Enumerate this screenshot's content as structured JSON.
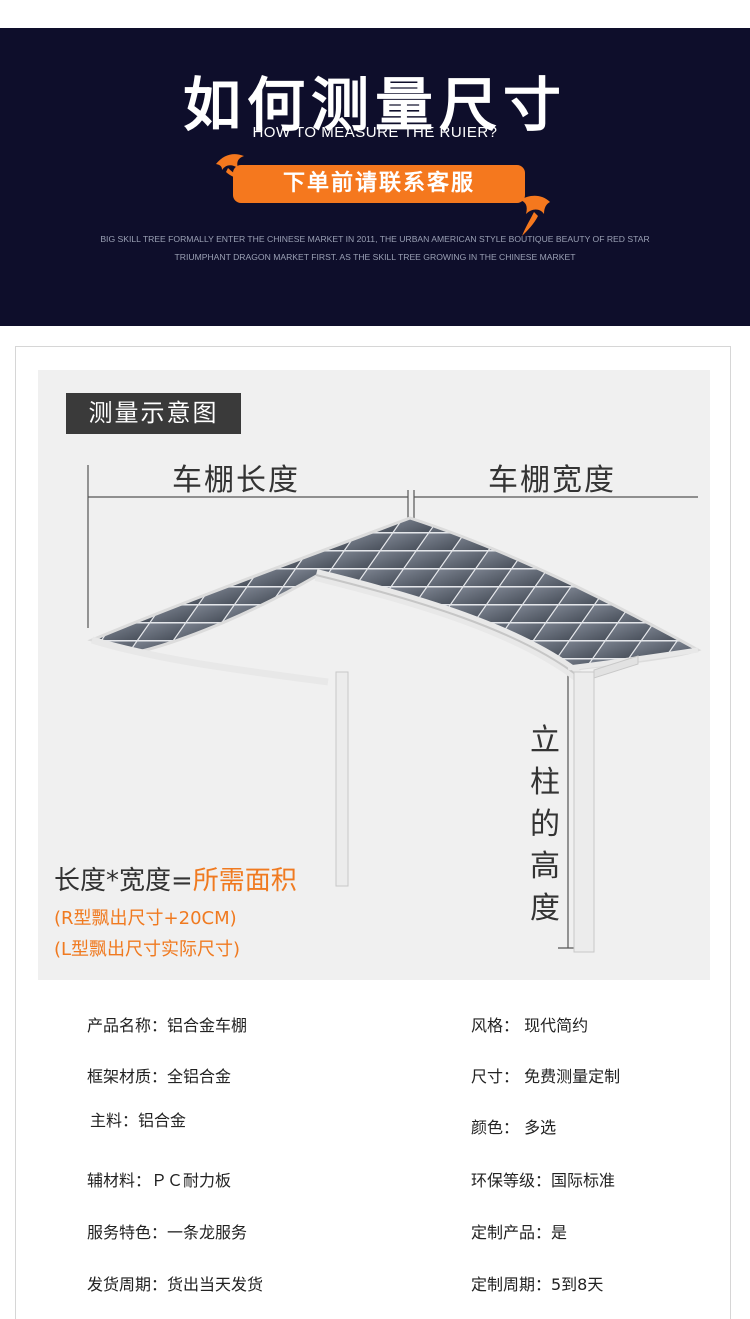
{
  "banner": {
    "title": "如何测量尺寸",
    "subtitle": "HOW TO MEASURE THE RUIER?",
    "cta_label": "下单前请联系客服",
    "note_line1": "BIG SKILL TREE FORMALLY ENTER THE CHINESE MARKET IN 2011, THE URBAN AMERICAN STYLE BOUTIQUE BEAUTY OF RED STAR",
    "note_line2": "TRIUMPHANT DRAGON MARKET FIRST. AS THE SKILL TREE GROWING IN THE CHINESE MARKET",
    "background_color": "#0e0e2b",
    "accent_color": "#f5781e"
  },
  "diagram": {
    "tag": "测量示意图",
    "length_label": "车棚长度",
    "width_label": "车棚宽度",
    "height_label": "立柱的高度",
    "formula_main": "长度*宽度=",
    "formula_accent": "所需面积",
    "note_r": "(R型飘出尺寸+20CM)",
    "note_l": "(L型飘出尺寸实际尺寸)"
  },
  "specs": {
    "left": [
      "产品名称：铝合金车棚",
      "框架材质：全铝合金",
      "主料：铝合金",
      "辅材料：ＰＣ耐力板",
      "服务特色：一条龙服务",
      "发货周期：货出当天发货"
    ],
    "right": [
      "风格： 现代简约",
      "尺寸： 免费测量定制",
      "颜色： 多选",
      "环保等级：国际标准",
      "定制产品：是",
      "定制周期：5到8天"
    ]
  }
}
